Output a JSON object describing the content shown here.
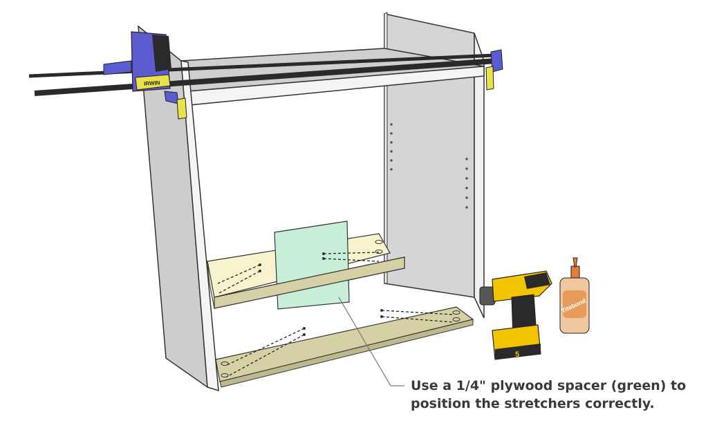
{
  "callout": {
    "line1": "Use a 1/4\" plywood spacer (green) to",
    "line2": "position the stretchers correctly."
  },
  "clamp_brand": "IRWIN",
  "glue_brand": "Titebond",
  "drill_battery_label": "5",
  "colors": {
    "panel": "#c8c8c8",
    "panel_edge": "#f2f2f2",
    "stretcher_face": "#d7d3a8",
    "stretcher_top": "#f3f1cc",
    "spacer": "#c9f0d8",
    "clamp_body": "#5a5ccf",
    "clamp_jaw": "#e9e24a",
    "drill_yellow": "#f2c500",
    "glue_bottle": "#f0c8a0"
  }
}
